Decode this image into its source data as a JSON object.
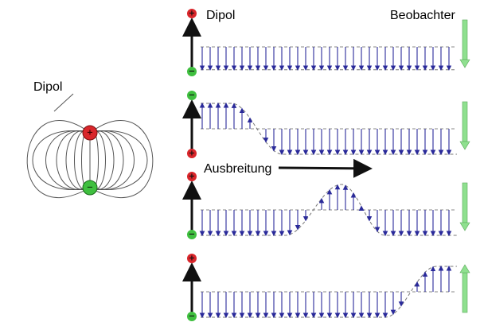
{
  "labels": {
    "dipol_left": "Dipol",
    "dipol_top": "Dipol",
    "observer": "Beobachter",
    "propagation": "Ausbreitung"
  },
  "charges": {
    "positive_symbol": "+",
    "negative_symbol": "−"
  },
  "colors": {
    "positive": "#d9262b",
    "negative": "#3fbf3f",
    "field_arrow": "#2a2a9a",
    "observer_arrow": "#8fe08f",
    "field_line": "#555555",
    "dipole_rod": "#111111"
  },
  "panels": [
    {
      "top_charge": "positive",
      "bottom_charge": "negative",
      "wave_phase": "uniform-down"
    },
    {
      "top_charge": "negative",
      "bottom_charge": "positive",
      "wave_phase": "up-then-down"
    },
    {
      "top_charge": "positive",
      "bottom_charge": "negative",
      "wave_phase": "down-up-down"
    },
    {
      "top_charge": "positive",
      "bottom_charge": "negative",
      "wave_phase": "down-then-up"
    }
  ]
}
